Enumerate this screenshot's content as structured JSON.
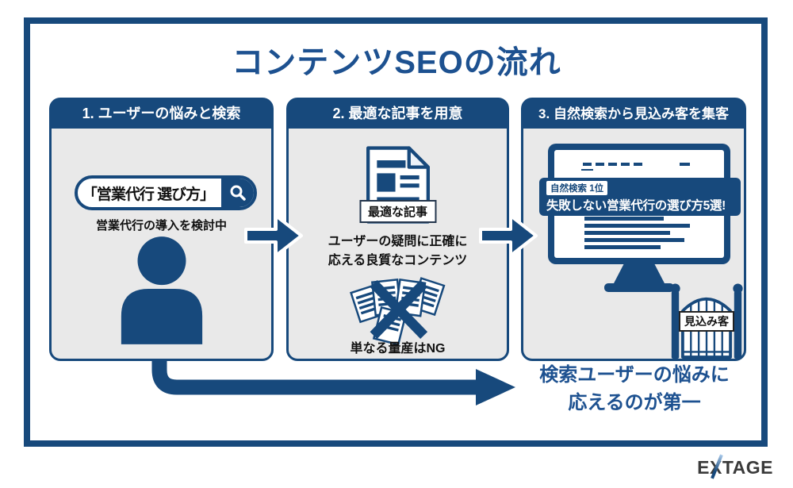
{
  "title": "コンテンツSEOの流れ",
  "colors": {
    "primary_blue": "#17497C",
    "title_blue": "#1D5190",
    "panel_background": "#E9E9E9",
    "text_black": "#111111",
    "logo_gray": "#3A3A3A",
    "white": "#FFFFFF"
  },
  "panel1": {
    "header": "1. ユーザーの悩みと検索",
    "search_query": "「営業代行 選び方」",
    "search_icon": "magnifier-icon",
    "caption": "営業代行の導入を検討中",
    "person_icon": "person-icon"
  },
  "panel2": {
    "header": "2. 最適な記事を用意",
    "doc_icon": "article-document-icon",
    "doc_label": "最適な記事",
    "desc_line1": "ユーザーの疑問に正確に",
    "desc_line2": "応える良質なコンテンツ",
    "ng_icon": "crossed-papers-icon",
    "ng_label": "単なる量産はNG"
  },
  "panel3": {
    "header": "3. 自然検索から見込み客を集客",
    "monitor_icon": "browser-monitor-icon",
    "rank_badge": "自然検索 1位",
    "result_title": "失敗しない営業代行の選び方5選!",
    "gate_icon": "gate-icon",
    "gate_label": "見込み客"
  },
  "footer": {
    "message_line1": "検索ユーザーの悩みに",
    "message_line2": "応えるのが第一"
  },
  "logo": {
    "part_e": "E",
    "part_x": "X",
    "part_tage": "TAGE"
  }
}
